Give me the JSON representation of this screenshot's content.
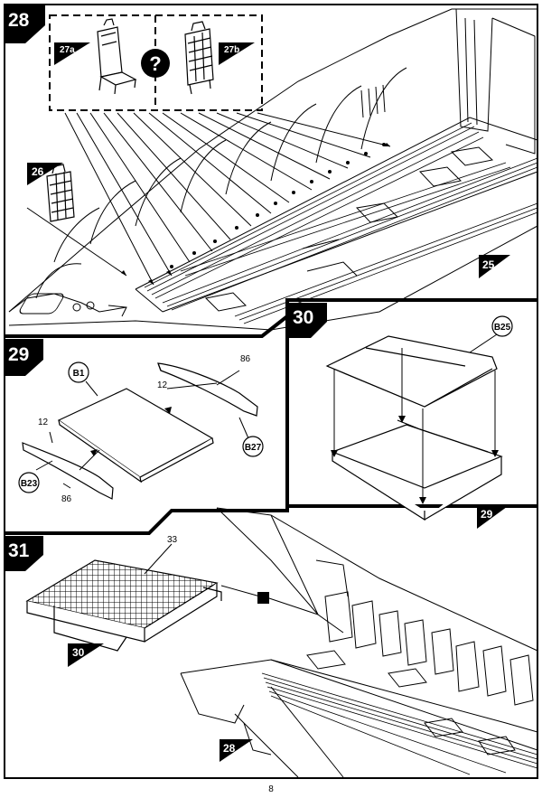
{
  "page_number": "8",
  "steps": [
    {
      "id": "step-28",
      "label": "28"
    },
    {
      "id": "step-29",
      "label": "29"
    },
    {
      "id": "step-30",
      "label": "30"
    },
    {
      "id": "step-31",
      "label": "31"
    }
  ],
  "refs": {
    "r27a": "27a",
    "r27b": "27b",
    "r26": "26",
    "r25": "25",
    "r29": "29",
    "r30": "30",
    "r28": "28"
  },
  "parts": {
    "b1": "B1",
    "b23": "B23",
    "b25": "B25",
    "b27": "B27",
    "p86a": "86",
    "p12a": "12",
    "p12b": "12",
    "p86b": "86",
    "p33": "33"
  },
  "option_symbol": "?",
  "colors": {
    "ink": "#000000",
    "paper": "#ffffff",
    "mid": "#555555"
  }
}
